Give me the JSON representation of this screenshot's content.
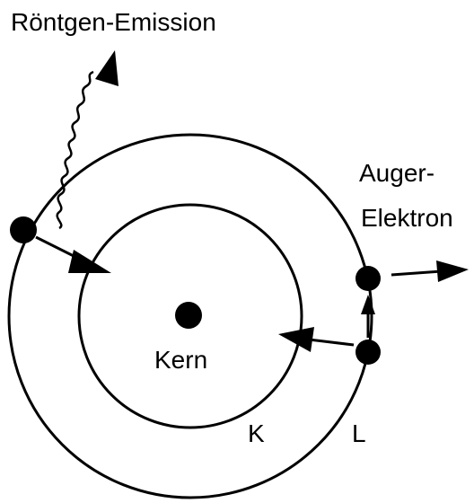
{
  "diagram": {
    "labels": {
      "xray_emission": "Röntgen-Emission",
      "auger_line1": "Auger-",
      "auger_line2": "Elektron",
      "nucleus": "Kern",
      "k_shell": "K",
      "l_shell": "L"
    },
    "colors": {
      "ink": "#000000",
      "background": "#ffffff"
    }
  }
}
